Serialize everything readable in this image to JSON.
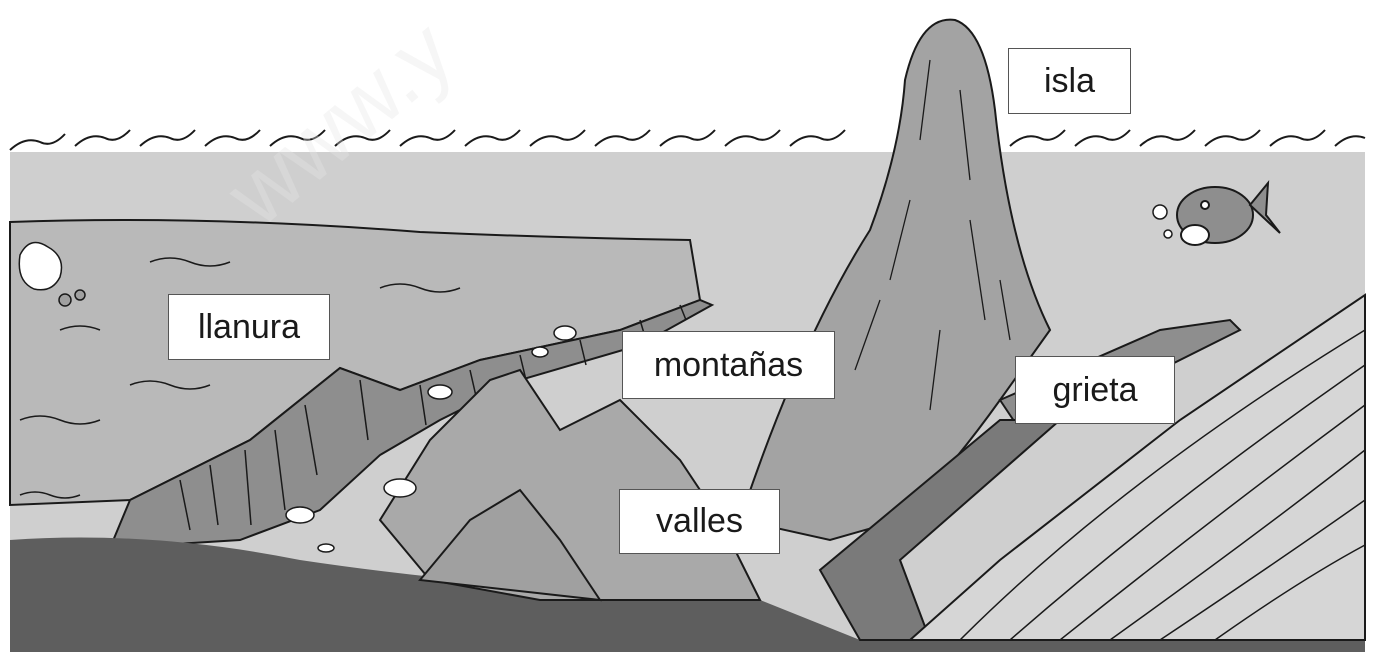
{
  "labels": {
    "isla": "isla",
    "llanura": "llanura",
    "montanas": "montañas",
    "grieta": "grieta",
    "valles": "valles"
  },
  "colors": {
    "sky": "#ffffff",
    "water": "#cfcfcf",
    "plain": "#b9b9b9",
    "cliff": "#8e8e8e",
    "mountain": "#a9a9a9",
    "island": "#a3a3a3",
    "seafloor": "#5e5e5e",
    "ridge": "#d6d6d6",
    "ink": "#1a1a1a"
  },
  "icons": [
    "hermit-crab-icon",
    "fish-icon",
    "bubble-icon",
    "pebble-icon"
  ]
}
